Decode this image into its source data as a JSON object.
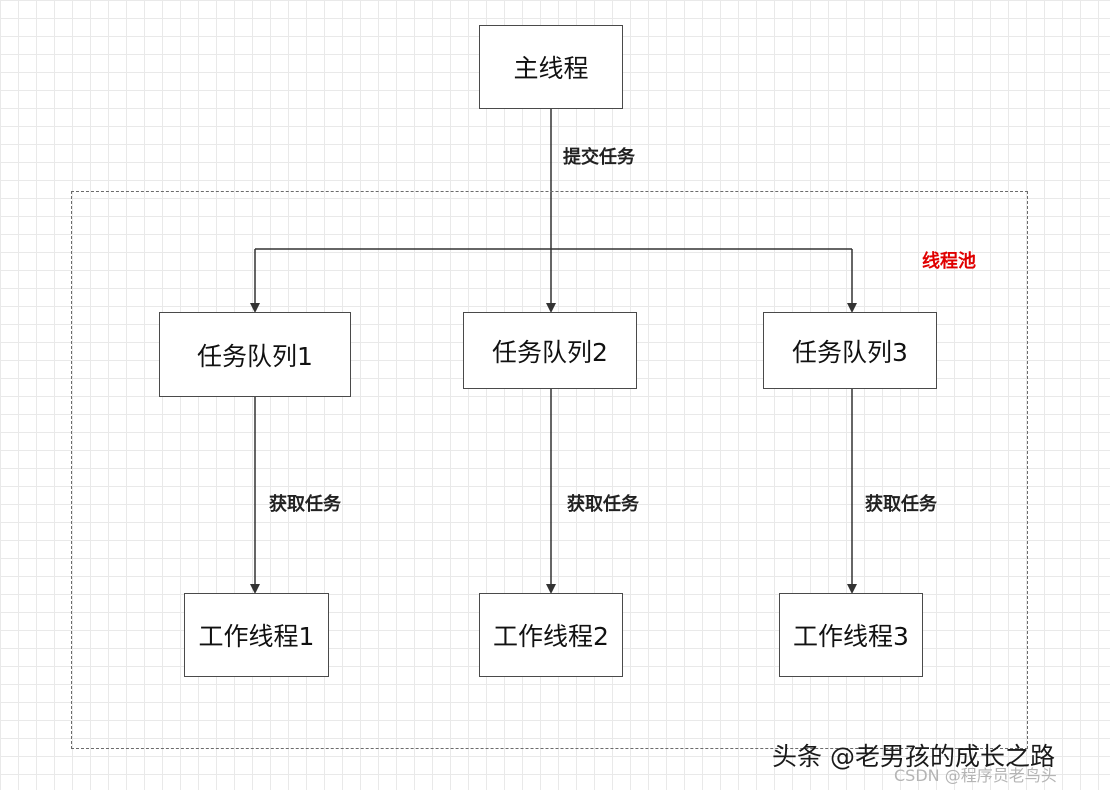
{
  "diagram": {
    "main_thread": "主线程",
    "submit_label": "提交任务",
    "pool_label": "线程池",
    "queues": [
      "任务队列1",
      "任务队列2",
      "任务队列3"
    ],
    "fetch_labels": [
      "获取任务",
      "获取任务",
      "获取任务"
    ],
    "workers": [
      "工作线程1",
      "工作线程2",
      "工作线程3"
    ]
  },
  "watermark": {
    "source": "头条 @老男孩的成长之路",
    "csdn": "CSDN @程序员老鸟头"
  },
  "colors": {
    "pool_label": "#e00000",
    "stroke": "#333333"
  }
}
